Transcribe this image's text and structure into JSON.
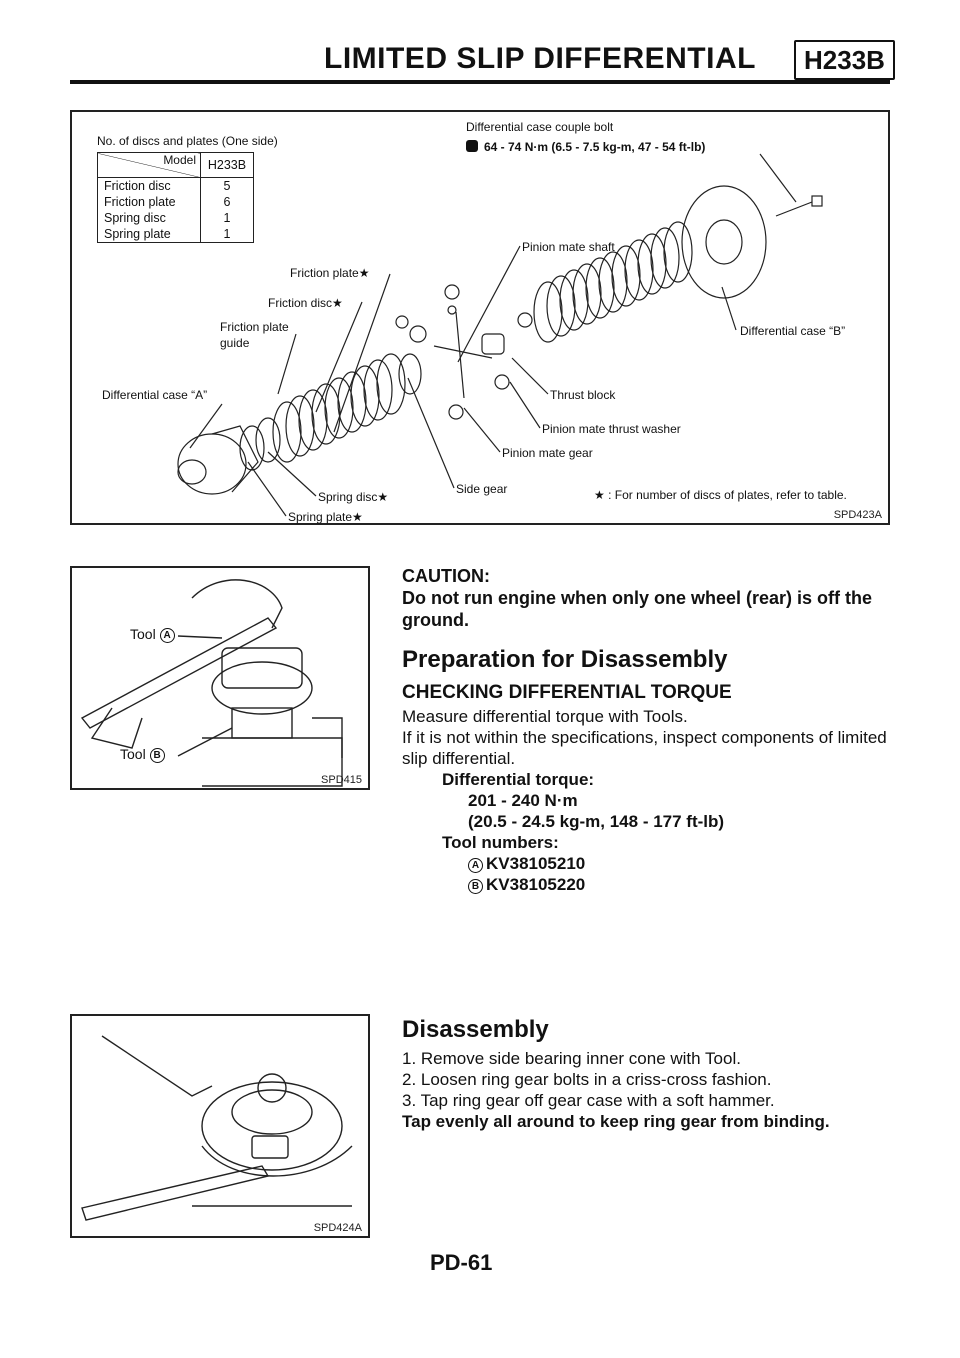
{
  "header": {
    "title": "LIMITED SLIP DIFFERENTIAL",
    "code": "H233B"
  },
  "figure1": {
    "label": "SPD423A",
    "table_caption": "No. of discs and plates (One side)",
    "table_header_model": "Model",
    "table_header_value": "H233B",
    "table_rows": [
      {
        "name": "Friction disc",
        "value": "5"
      },
      {
        "name": "Friction plate",
        "value": "6"
      },
      {
        "name": "Spring disc",
        "value": "1"
      },
      {
        "name": "Spring plate",
        "value": "1"
      }
    ],
    "callouts": {
      "couple_bolt": "Differential case couple bolt",
      "torque": "64 - 74 N·m (6.5 - 7.5 kg-m, 47 - 54 ft-lb)",
      "pinion_mate_shaft": "Pinion mate shaft",
      "friction_plate_star": "Friction plate★",
      "friction_disc_star": "Friction disc★",
      "friction_plate_guide_1": "Friction plate",
      "friction_plate_guide_2": "guide",
      "case_a": "Differential case “A”",
      "case_b": "Differential case “B”",
      "thrust_block": "Thrust block",
      "thrust_washer": "Pinion mate thrust washer",
      "pinion_mate_gear": "Pinion mate gear",
      "side_gear": "Side gear",
      "spring_disc_star": "Spring disc★",
      "spring_plate_star": "Spring plate★",
      "footnote": "★ : For number of discs of plates, refer to table."
    }
  },
  "figure2": {
    "label": "SPD415",
    "tool_a": "Tool",
    "tool_b": "Tool",
    "tool_a_letter": "A",
    "tool_b_letter": "B"
  },
  "figure3": {
    "label": "SPD424A"
  },
  "caution": {
    "line1": "CAUTION:",
    "line2": "Do not run engine when only one wheel (rear) is off the ground."
  },
  "section1": {
    "title": "Preparation for Disassembly",
    "subtitle": "CHECKING DIFFERENTIAL TORQUE",
    "p1": "Measure differential torque with Tools.",
    "p2": "If it is not within the specifications, inspect components of limited slip differential.",
    "spec_label": "Differential torque:",
    "spec_value1": "201 - 240 N·m",
    "spec_value2": "(20.5 - 24.5 kg-m, 148 - 177 ft-lb)",
    "tool_label": "Tool numbers:",
    "tool_a_letter": "A",
    "tool_a": "KV38105210",
    "tool_b_letter": "B",
    "tool_b": "KV38105220"
  },
  "section2": {
    "title": "Disassembly",
    "steps": [
      "1. Remove side bearing inner cone with Tool.",
      "2. Loosen ring gear bolts in a criss-cross fashion.",
      "3. Tap ring gear off gear case with a soft hammer."
    ],
    "note": "Tap evenly all around to keep ring gear from binding."
  },
  "footer": {
    "page": "PD-61"
  }
}
